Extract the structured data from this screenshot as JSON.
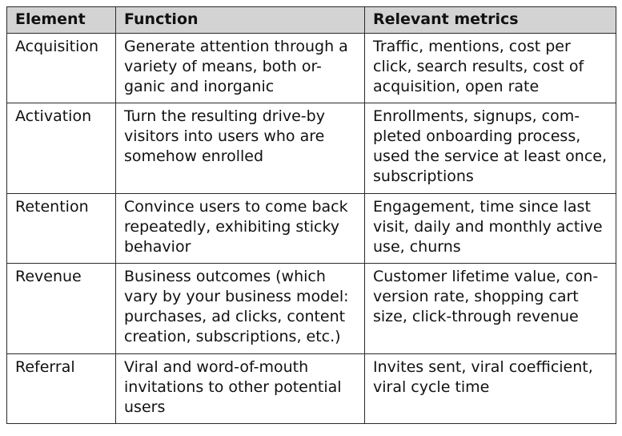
{
  "table": {
    "headers": [
      "Element",
      "Function",
      "Relevant metrics"
    ],
    "rows": [
      {
        "element": "Acquisition",
        "function": "Generate attention through a variety of means, both or-ganic and inorganic",
        "metrics": "Traffic, mentions, cost per click, search results, cost of acquisition, open rate"
      },
      {
        "element": "Activation",
        "function": "Turn the resulting drive-by visitors into users who are somehow enrolled",
        "metrics": "Enrollments, signups, com-pleted onboarding process, used the service at least once, subscriptions"
      },
      {
        "element": "Retention",
        "function": "Convince users to come back repeatedly, exhibiting sticky behavior",
        "metrics": "Engagement, time since last visit, daily and monthly active use, churns"
      },
      {
        "element": "Revenue",
        "function": "Business outcomes (which vary by your business model: purchases, ad clicks, content creation, subscriptions, etc.)",
        "metrics": "Customer lifetime value, con-version rate, shopping cart size, click-through revenue"
      },
      {
        "element": "Referral",
        "function": "Viral and word-of-mouth invitations to other potential users",
        "metrics": "Invites sent, viral coefficient, viral cycle time"
      }
    ]
  }
}
